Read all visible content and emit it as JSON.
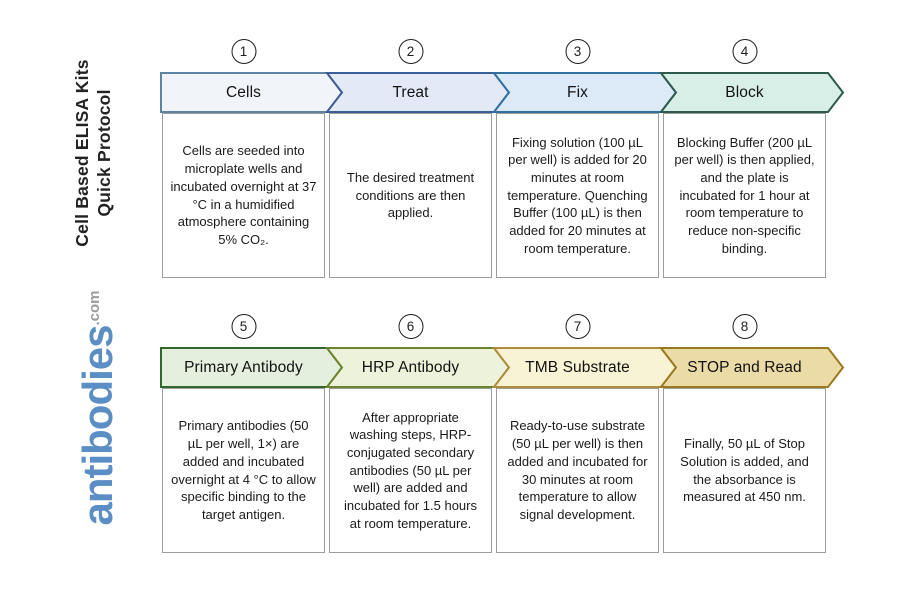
{
  "page": {
    "background": "#ffffff"
  },
  "sidebar": {
    "title_line1": "Cell Based ELISA Kits",
    "title_line2": "Quick Protocol",
    "logo_text": "antibodies",
    "logo_suffix": ".com",
    "logo_color": "#5b8ec4",
    "logo_suffix_color": "#9b9b9b"
  },
  "steps": [
    {
      "number": "1",
      "label": "Cells",
      "fill": "#f1f4f8",
      "border": "#5d84a0",
      "description": "Cells are seeded into microplate wells and incubated overnight at 37 °C in a humidified atmosphere containing 5% CO₂."
    },
    {
      "number": "2",
      "label": "Treat",
      "fill": "#e4e9f7",
      "border": "#3b5e96",
      "description": "The desired treatment conditions are then applied."
    },
    {
      "number": "3",
      "label": "Fix",
      "fill": "#dceaf8",
      "border": "#33709f",
      "description": "Fixing solution (100 µL per well) is added for 20 minutes at room temperature. Quenching Buffer (100 µL) is then added for 20 minutes at room temperature."
    },
    {
      "number": "4",
      "label": "Block",
      "fill": "#d8efe8",
      "border": "#2d5a4b",
      "description": "Blocking Buffer (200 µL per well) is then applied, and the plate is incubated for 1 hour at room temperature to reduce non-specific binding."
    },
    {
      "number": "5",
      "label": "Primary Antibody",
      "fill": "#e4f0dd",
      "border": "#34672f",
      "description": "Primary antibodies (50 µL per well, 1×) are added and incubated overnight at 4 °C to allow specific binding to the target antigen."
    },
    {
      "number": "6",
      "label": "HRP Antibody",
      "fill": "#edf2da",
      "border": "#6c8430",
      "description": "After appropriate washing steps, HRP-conjugated secondary antibodies (50 µL per well) are added and incubated for 1.5 hours at room temperature."
    },
    {
      "number": "7",
      "label": "TMB Substrate",
      "fill": "#f8f3d4",
      "border": "#ae8d3c",
      "description": "Ready-to-use substrate (50 µL per well) is then added and incubated for 30 minutes at room temperature to allow signal development."
    },
    {
      "number": "8",
      "label": "STOP and Read",
      "fill": "#ebdba6",
      "border": "#9a791f",
      "description": "Finally, 50 µL of Stop Solution is added, and the absorbance is measured at 450 nm."
    }
  ]
}
